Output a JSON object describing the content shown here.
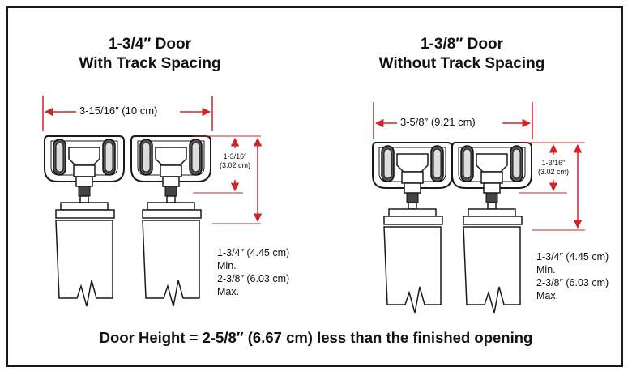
{
  "left": {
    "title_line1": "1-3/4″ Door",
    "title_line2": "With Track Spacing",
    "width_label": "3-15/16″ (10 cm)",
    "small_line1": "1-3/16″",
    "small_line2": "(3.02 cm)",
    "note_line1": "1-3/4″ (4.45 cm)",
    "note_line2": "Min.",
    "note_line3": "2-3/8″ (6.03 cm)",
    "note_line4": "Max."
  },
  "right": {
    "title_line1": "1-3/8″ Door",
    "title_line2": "Without Track Spacing",
    "width_label": "3-5/8″ (9.21 cm)",
    "small_line1": "1-3/16″",
    "small_line2": "(3.02 cm)",
    "note_line1": "1-3/4″ (4.45 cm)",
    "note_line2": "Min.",
    "note_line3": "2-3/8″ (6.03 cm)",
    "note_line4": "Max."
  },
  "footer": "Door Height = 2-5/8″ (6.67 cm) less than the finished opening",
  "colors": {
    "arrow": "#d0232a",
    "line": "#1a1a1a",
    "frame": "#1a1a1a"
  }
}
